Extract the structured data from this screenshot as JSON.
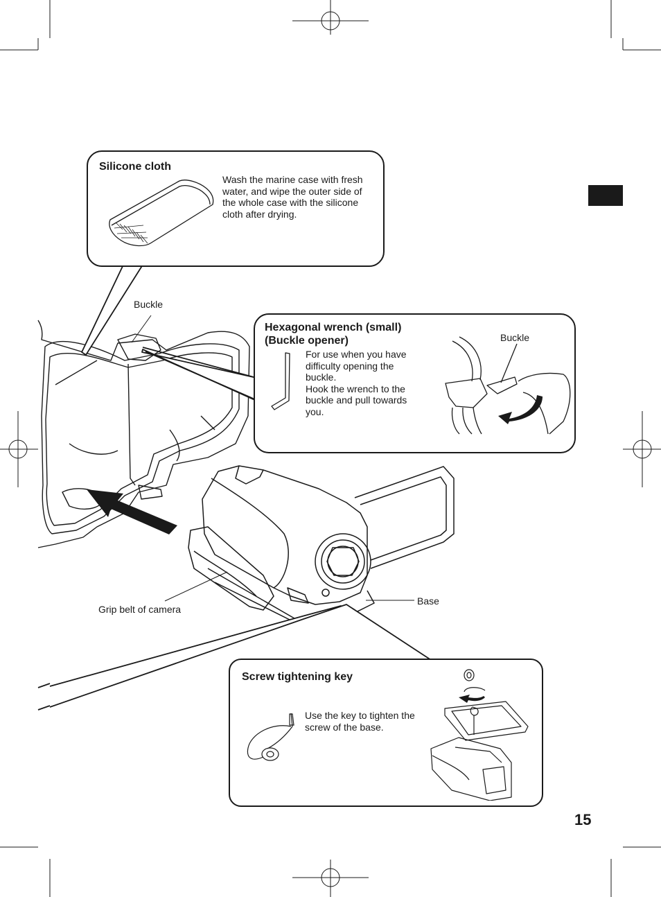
{
  "page_number": "15",
  "silicone_cloth": {
    "title": "Silicone cloth",
    "description": "Wash the marine case with fresh water, and wipe the outer side of the whole case with the silicone cloth after drying."
  },
  "hex_wrench": {
    "title_line1": "Hexagonal wrench (small)",
    "title_line2": "(Buckle opener)",
    "description_1": "For use when you have difficulty opening the buckle.",
    "description_2": "Hook the wrench to the buckle and pull towards you.",
    "buckle_label": "Buckle"
  },
  "screw_key": {
    "title": "Screw tightening key",
    "description": "Use the key to tighten the screw of the base."
  },
  "labels": {
    "buckle": "Buckle",
    "grip_belt": "Grip belt of camera",
    "base": "Base"
  }
}
